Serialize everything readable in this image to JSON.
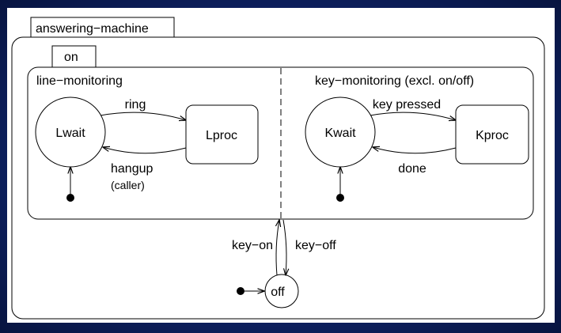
{
  "diagram": {
    "outer_tab": "answering−machine",
    "on_tab": "on",
    "regions": {
      "left_title": "line−monitoring",
      "right_title": "key−monitoring (excl. on/off)"
    },
    "states": {
      "lwait": "Lwait",
      "lproc": "Lproc",
      "kwait": "Kwait",
      "kproc": "Kproc",
      "off": "off"
    },
    "transitions": {
      "ring": "ring",
      "hangup": "hangup",
      "hangup_note": "(caller)",
      "key_pressed": "key pressed",
      "done": "done",
      "key_on": "key−on",
      "key_off": "key−off"
    }
  }
}
